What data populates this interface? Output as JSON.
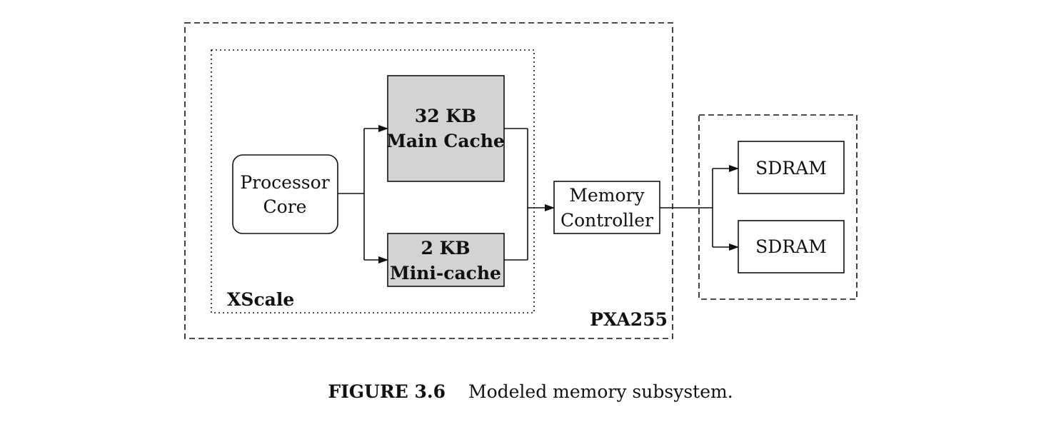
{
  "diagram": {
    "pxa_label": "PXA255",
    "xscale_label": "XScale",
    "processor": {
      "line1": "Processor",
      "line2": "Core"
    },
    "main_cache": {
      "line1": "32 KB",
      "line2": "Main Cache"
    },
    "mini_cache": {
      "line1": "2 KB",
      "line2": "Mini-cache"
    },
    "memory_controller": {
      "line1": "Memory",
      "line2": "Controller"
    },
    "sdram_top": "SDRAM",
    "sdram_bottom": "SDRAM",
    "cache_fill_color": "#d3d3d3"
  },
  "caption": {
    "number": "FIGURE 3.6",
    "text": "Modeled memory subsystem."
  }
}
